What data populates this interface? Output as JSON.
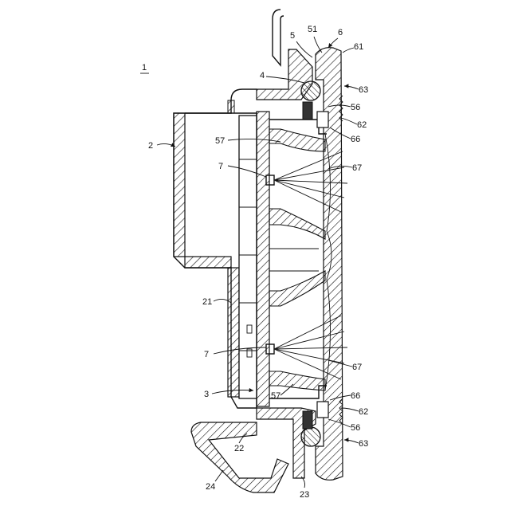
{
  "figure_label": "1",
  "labels": [
    "2",
    "21",
    "22",
    "23",
    "24",
    "3",
    "4",
    "5",
    "51",
    "6",
    "61",
    "63",
    "56",
    "62",
    "66",
    "67",
    "57",
    "7",
    "7",
    "57",
    "67",
    "66",
    "62",
    "56",
    "63"
  ]
}
